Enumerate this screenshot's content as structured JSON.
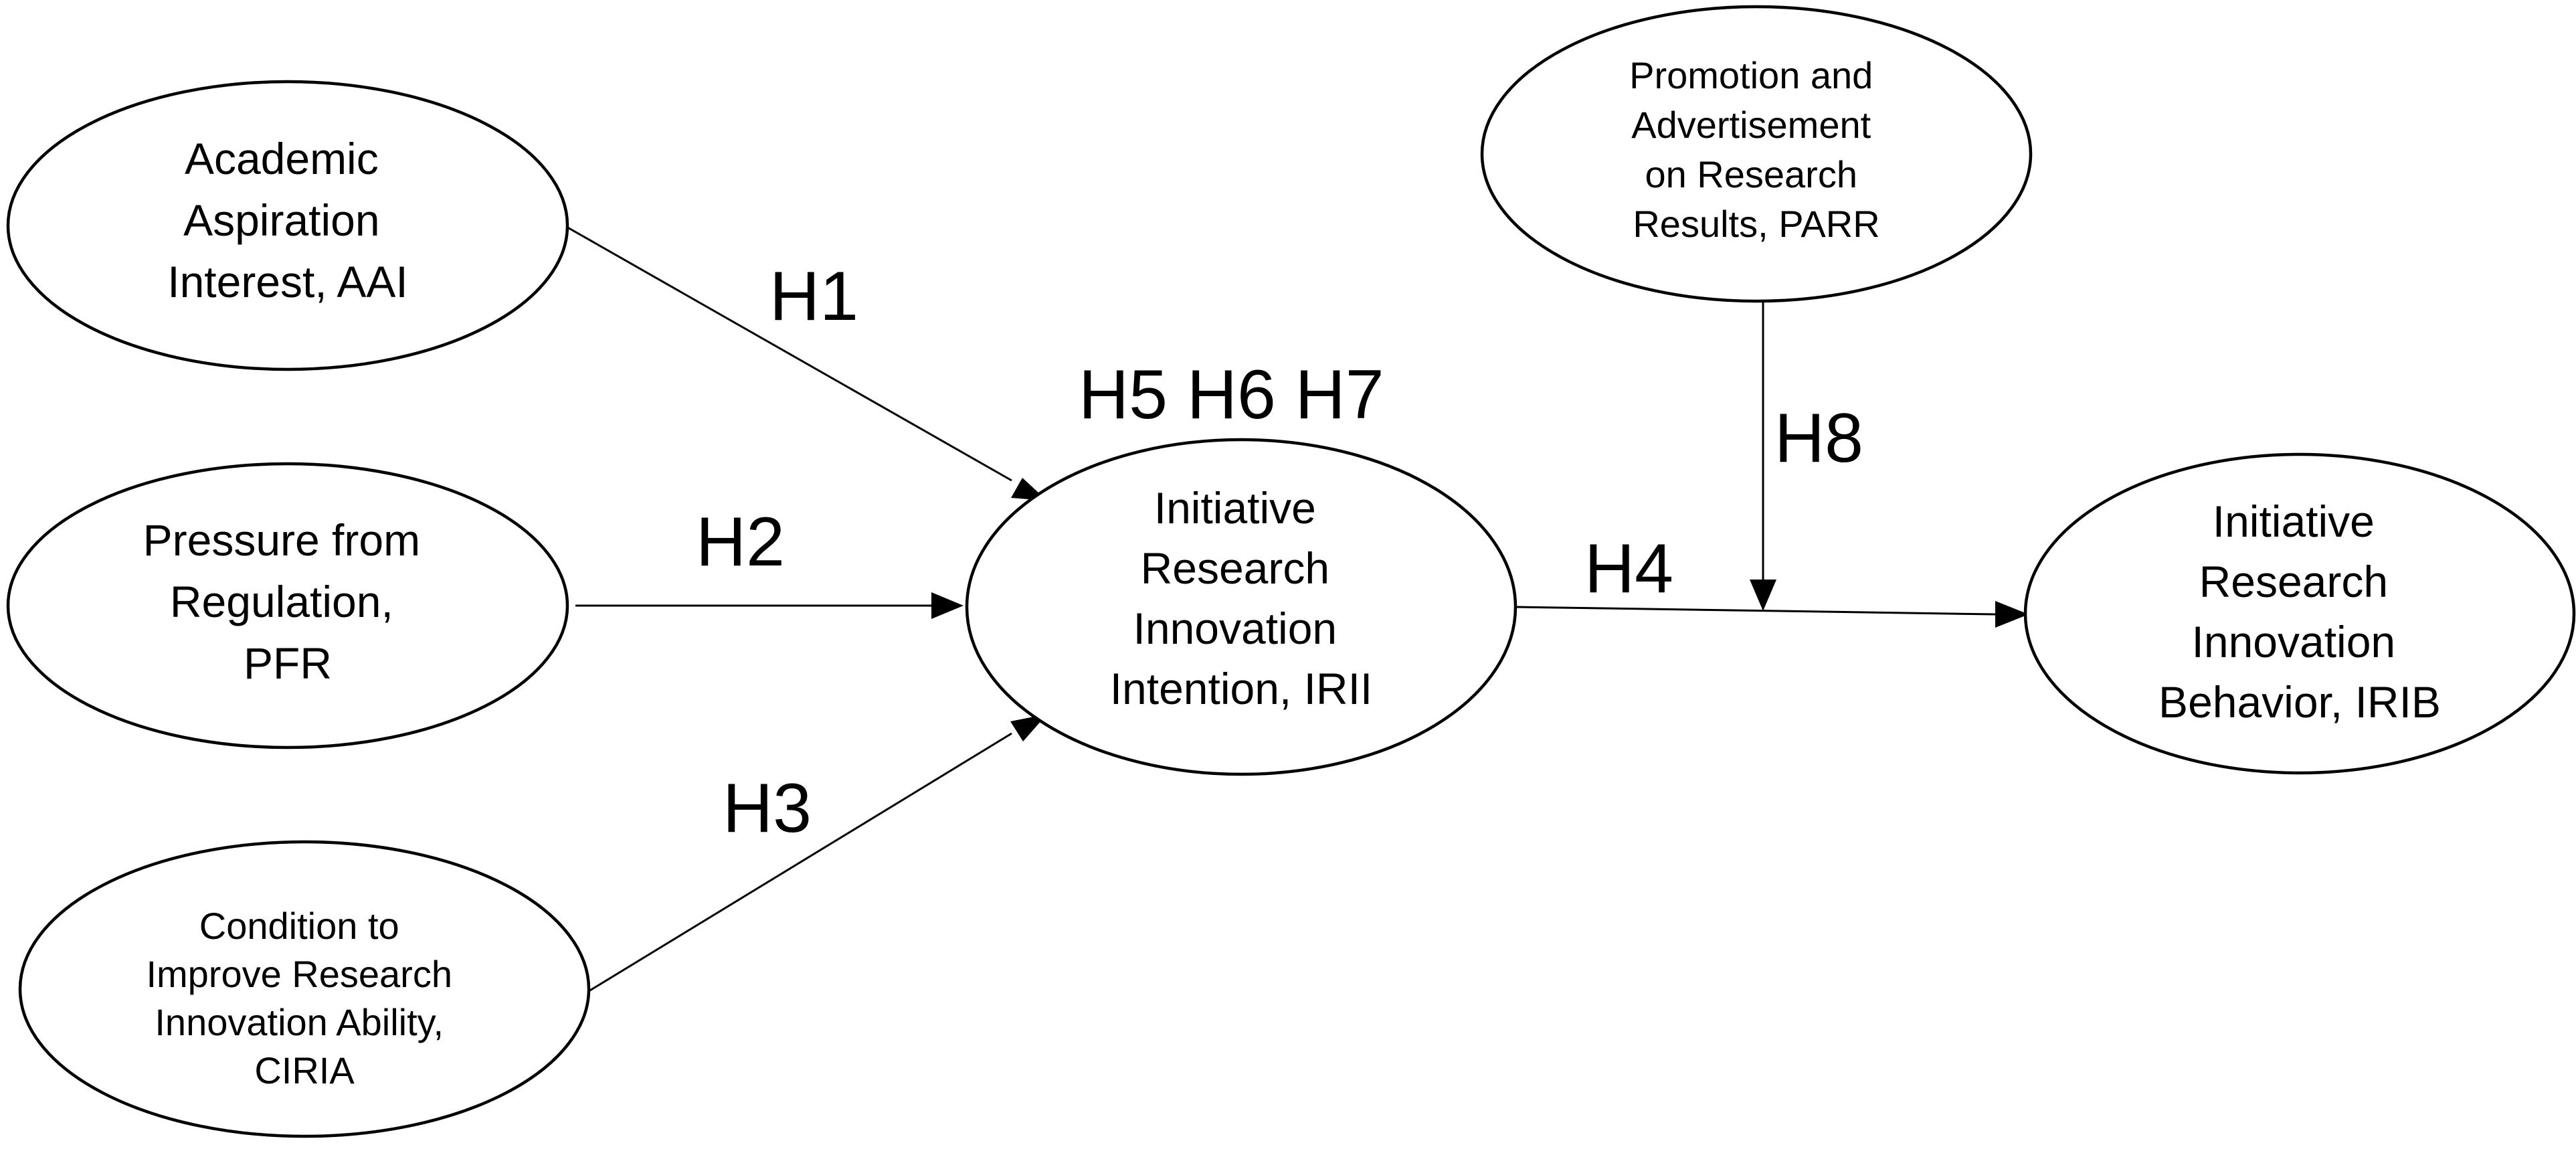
{
  "nodes": {
    "aai": {
      "lines": [
        "Academic",
        "Aspiration",
        "Interest, AAI"
      ]
    },
    "pfr": {
      "lines": [
        "Pressure from",
        "Regulation,",
        "PFR"
      ]
    },
    "ciria": {
      "lines": [
        "Condition to",
        "Improve Research",
        "Innovation Ability,",
        "CIRIA"
      ]
    },
    "irii": {
      "lines": [
        "Initiative",
        "Research",
        "Innovation",
        "Intention, IRII"
      ]
    },
    "parr": {
      "lines": [
        "Promotion and",
        "Advertisement",
        "on Research",
        "Results, PARR"
      ]
    },
    "irib": {
      "lines": [
        "Initiative",
        "Research",
        "Innovation",
        "Behavior, IRIB"
      ]
    }
  },
  "hypotheses": {
    "h1": "H1",
    "h2": "H2",
    "h3": "H3",
    "h4": "H4",
    "h5_h6_h7": "H5 H6 H7",
    "h8": "H8"
  },
  "colors": {
    "stroke": "#000000",
    "background": "#ffffff",
    "text": "#000000"
  }
}
